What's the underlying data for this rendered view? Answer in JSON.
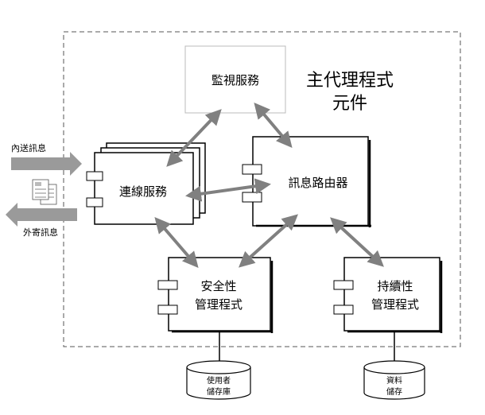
{
  "title": {
    "line1": "主代理程式",
    "line2": "元件"
  },
  "monitor": {
    "label": "監視服務"
  },
  "connection": {
    "label": "連線服務"
  },
  "router": {
    "label": "訊息路由器"
  },
  "security": {
    "line1": "安全性",
    "line2": "管理程式"
  },
  "persistence": {
    "line1": "持續性",
    "line2": "管理程式"
  },
  "user_db": {
    "line1": "使用者",
    "line2": "儲存庫"
  },
  "data_store": {
    "line1": "資料",
    "line2": "儲存"
  },
  "incoming": {
    "label": "內送訊息"
  },
  "outgoing": {
    "label": "外寄訊息"
  },
  "colors": {
    "arrow": "#808080",
    "dashed_border": "#555555",
    "io_arrow": "#9a9a9a"
  }
}
